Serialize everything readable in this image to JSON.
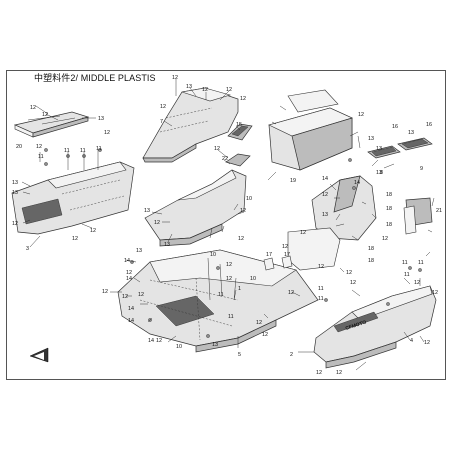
{
  "title": "中塑料件2/ MIDDLE PLASTIS",
  "brand_badge": "CFMOTO",
  "callouts": [
    {
      "id": "c1",
      "label": "12"
    },
    {
      "id": "c2",
      "label": "13"
    },
    {
      "id": "c3",
      "label": "12"
    },
    {
      "id": "c4",
      "label": "12"
    },
    {
      "id": "c5",
      "label": "12"
    },
    {
      "id": "c6",
      "label": "12"
    },
    {
      "id": "c7",
      "label": "7"
    },
    {
      "id": "c8",
      "label": "15"
    },
    {
      "id": "c9",
      "label": "12"
    },
    {
      "id": "c10",
      "label": "22"
    },
    {
      "id": "c11",
      "label": "12"
    },
    {
      "id": "c12",
      "label": "20"
    },
    {
      "id": "c13",
      "label": "12"
    },
    {
      "id": "c14",
      "label": "13"
    },
    {
      "id": "c15",
      "label": "12"
    },
    {
      "id": "c16",
      "label": "12"
    },
    {
      "id": "c17",
      "label": "11"
    },
    {
      "id": "c18",
      "label": "11"
    },
    {
      "id": "c19",
      "label": "11"
    },
    {
      "id": "c20",
      "label": "11"
    },
    {
      "id": "c21",
      "label": "13"
    },
    {
      "id": "c22",
      "label": "13"
    },
    {
      "id": "c23",
      "label": "12"
    },
    {
      "id": "c24",
      "label": "12"
    },
    {
      "id": "c25",
      "label": "3"
    },
    {
      "id": "c26",
      "label": "12"
    },
    {
      "id": "c27",
      "label": "13"
    },
    {
      "id": "c28",
      "label": "12"
    },
    {
      "id": "c29",
      "label": "13"
    },
    {
      "id": "c30",
      "label": "14"
    },
    {
      "id": "c31",
      "label": "12"
    },
    {
      "id": "c32",
      "label": "12"
    },
    {
      "id": "c33",
      "label": "12"
    },
    {
      "id": "c34",
      "label": "12"
    },
    {
      "id": "c35",
      "label": "12"
    },
    {
      "id": "c36",
      "label": "12"
    },
    {
      "id": "c37",
      "label": "10"
    },
    {
      "id": "c38",
      "label": "12"
    },
    {
      "id": "c39",
      "label": "10"
    },
    {
      "id": "c40",
      "label": "12"
    },
    {
      "id": "c41",
      "label": "16"
    },
    {
      "id": "c42",
      "label": "16"
    },
    {
      "id": "c43",
      "label": "13"
    },
    {
      "id": "c44",
      "label": "13"
    },
    {
      "id": "c45",
      "label": "13"
    },
    {
      "id": "c46",
      "label": "12"
    },
    {
      "id": "c47",
      "label": "8"
    },
    {
      "id": "c48",
      "label": "9"
    },
    {
      "id": "c49",
      "label": "19"
    },
    {
      "id": "c50",
      "label": "14"
    },
    {
      "id": "c51",
      "label": "12"
    },
    {
      "id": "c52",
      "label": "13"
    },
    {
      "id": "c53",
      "label": "18"
    },
    {
      "id": "c54",
      "label": "14"
    },
    {
      "id": "c55",
      "label": "13"
    },
    {
      "id": "c56",
      "label": "18"
    },
    {
      "id": "c57",
      "label": "18"
    },
    {
      "id": "c58",
      "label": "21"
    },
    {
      "id": "c59",
      "label": "12"
    },
    {
      "id": "c60",
      "label": "18"
    },
    {
      "id": "c61",
      "label": "18"
    },
    {
      "id": "c62",
      "label": "17"
    },
    {
      "id": "c63",
      "label": "17"
    },
    {
      "id": "c64",
      "label": "12"
    },
    {
      "id": "c65",
      "label": "12"
    },
    {
      "id": "c66",
      "label": "11"
    },
    {
      "id": "c67",
      "label": "11"
    },
    {
      "id": "c68",
      "label": "12"
    },
    {
      "id": "c69",
      "label": "12"
    },
    {
      "id": "c70",
      "label": "12"
    },
    {
      "id": "c71",
      "label": "2"
    },
    {
      "id": "c72",
      "label": "12"
    },
    {
      "id": "c73",
      "label": "12"
    },
    {
      "id": "c74",
      "label": "4"
    },
    {
      "id": "c75",
      "label": "12"
    },
    {
      "id": "c76",
      "label": "11"
    },
    {
      "id": "c77",
      "label": "11"
    },
    {
      "id": "c78",
      "label": "11"
    },
    {
      "id": "c79",
      "label": "12"
    },
    {
      "id": "c80",
      "label": "12"
    },
    {
      "id": "c81",
      "label": "13"
    },
    {
      "id": "c82",
      "label": "14"
    },
    {
      "id": "c83",
      "label": "14"
    },
    {
      "id": "c84",
      "label": "14"
    },
    {
      "id": "c85",
      "label": "14"
    },
    {
      "id": "c86",
      "label": "12"
    },
    {
      "id": "c87",
      "label": "10"
    },
    {
      "id": "c88",
      "label": "5"
    },
    {
      "id": "c89",
      "label": "1"
    },
    {
      "id": "c90",
      "label": "11"
    },
    {
      "id": "c91",
      "label": "10"
    },
    {
      "id": "c92",
      "label": "13"
    },
    {
      "id": "c93",
      "label": "12"
    },
    {
      "id": "c94",
      "label": "11"
    },
    {
      "id": "c95",
      "label": "12"
    },
    {
      "id": "c96",
      "label": "12"
    }
  ],
  "icons": {
    "front_arrow": "front-direction-arrow-icon"
  },
  "colors": {
    "line": "#333333",
    "panel_fill": "#e4e4e4",
    "shade_fill": "#bcbcbc"
  }
}
